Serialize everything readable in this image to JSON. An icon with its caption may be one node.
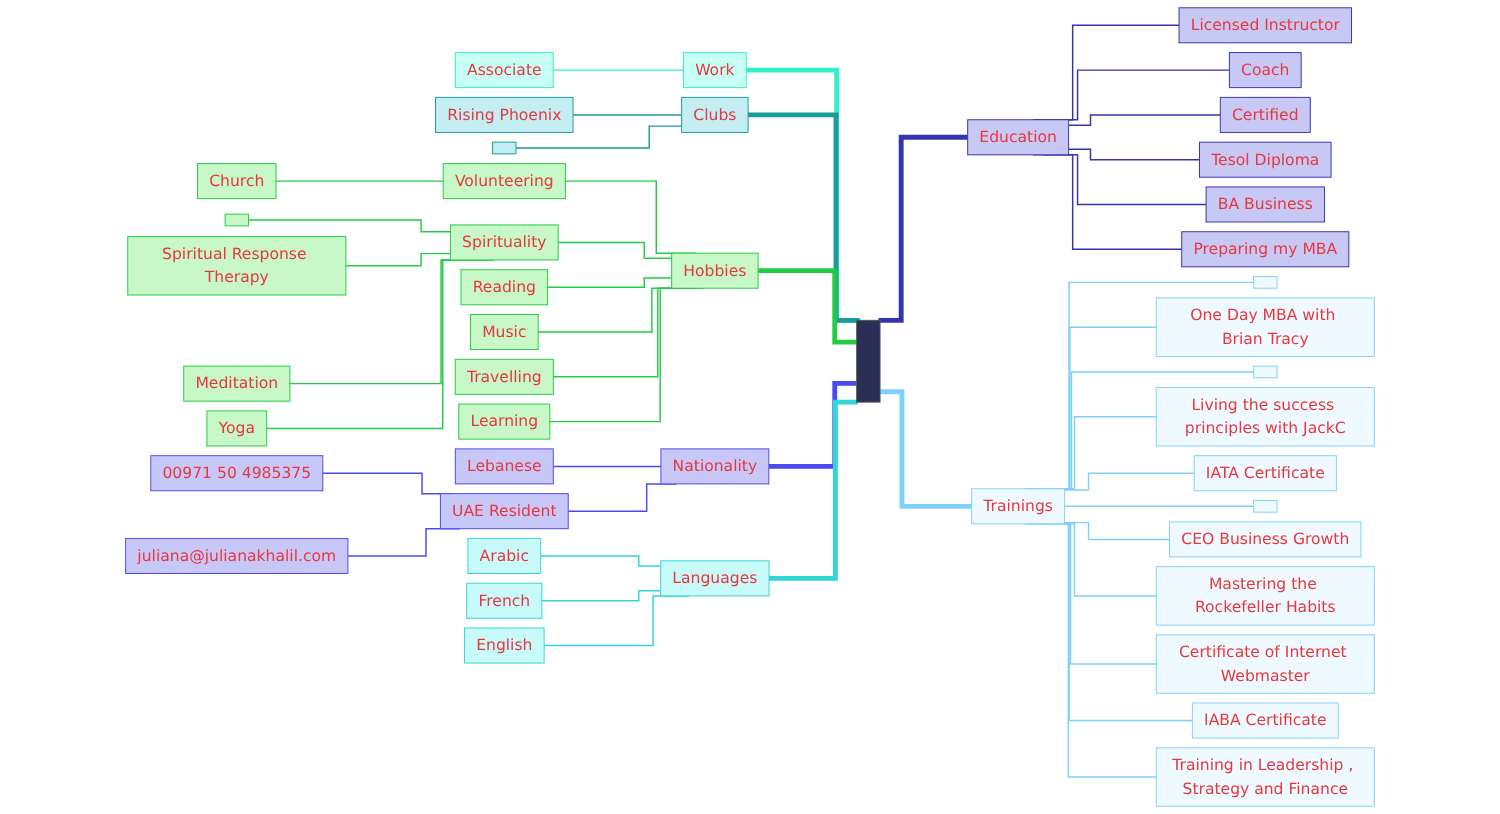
{
  "diagram": {
    "nodes": [
      {
        "text": [],
        "shape": "box"
      },
      {
        "text": [
          "Work"
        ]
      },
      {
        "text": [
          "Associate"
        ]
      },
      {
        "text": [
          "Clubs"
        ]
      },
      {
        "text": [
          "Rising Phoenix"
        ]
      },
      {
        "text": [],
        "shape": "box"
      },
      {
        "text": [
          "Hobbies"
        ]
      },
      {
        "text": [
          "Volunteering"
        ]
      },
      {
        "text": [
          "Church"
        ]
      },
      {
        "text": [
          "Spirituality"
        ]
      },
      {
        "text": [],
        "shape": "box"
      },
      {
        "text": [
          "Spiritual Response Therapy"
        ]
      },
      {
        "text": [
          "Meditation"
        ]
      },
      {
        "text": [
          "Yoga"
        ]
      },
      {
        "text": [
          "Reading"
        ]
      },
      {
        "text": [
          "Music"
        ]
      },
      {
        "text": [
          "Travelling"
        ]
      },
      {
        "text": [
          "Learning"
        ]
      },
      {
        "text": [
          "Nationality"
        ]
      },
      {
        "text": [
          "Lebanese"
        ]
      },
      {
        "text": [
          "UAE Resident"
        ]
      },
      {
        "text": [
          "00971 50 4985375"
        ]
      },
      {
        "text": [
          "juliana@julianakhalil.com"
        ]
      },
      {
        "text": [
          "Languages"
        ]
      },
      {
        "text": [
          "Arabic"
        ]
      },
      {
        "text": [
          "French"
        ]
      },
      {
        "text": [
          "English"
        ]
      },
      {
        "text": [
          "Education"
        ]
      },
      {
        "text": [
          "Licensed Instructor"
        ]
      },
      {
        "text": [
          "Coach"
        ]
      },
      {
        "text": [
          "Certified"
        ]
      },
      {
        "text": [
          "Tesol Diploma"
        ]
      },
      {
        "text": [
          "BA Business"
        ]
      },
      {
        "text": [
          "Preparing my MBA"
        ]
      },
      {
        "text": [
          "Trainings"
        ]
      },
      {
        "text": [],
        "shape": "box"
      },
      {
        "text": [
          "One Day MBA with Brian Tracy"
        ]
      },
      {
        "text": [],
        "shape": "box"
      },
      {
        "text": [
          "Living the success principles with JackC"
        ]
      },
      {
        "text": [
          "IATA Certificate"
        ]
      },
      {
        "text": [],
        "shape": "box"
      },
      {
        "text": [
          "CEO Business Growth"
        ]
      },
      {
        "text": [
          "Mastering the Rockefeller Habits"
        ]
      },
      {
        "text": [
          "Certificate of Internet Webmaster"
        ]
      },
      {
        "text": [
          "IABA Certificate"
        ]
      },
      {
        "text": [
          "Training in Leadership , Strategy and Finance"
        ]
      }
    ],
    "edges": [
      {
        "from": 2,
        "to": 1,
        "arrow": "none",
        "color": "#2ef2cc"
      },
      {
        "from": 1,
        "to": 0,
        "arrow": "none",
        "style": "thick",
        "color": "#2ef2cc"
      },
      {
        "from": 4,
        "to": 3,
        "arrow": "none",
        "color": "#1a9a9e"
      },
      {
        "from": 5,
        "to": 3,
        "arrow": "none",
        "color": "#1a9a9e"
      },
      {
        "from": 3,
        "to": 0,
        "arrow": "none",
        "style": "thick",
        "color": "#1a9a9e"
      },
      {
        "from": 8,
        "to": 7,
        "arrow": "none",
        "color": "#22cc44"
      },
      {
        "from": 7,
        "to": 6,
        "arrow": "none",
        "color": "#22cc44"
      },
      {
        "from": 10,
        "to": 9,
        "arrow": "none",
        "color": "#22cc44"
      },
      {
        "from": 11,
        "to": 9,
        "arrow": "none",
        "color": "#22cc44"
      },
      {
        "from": 12,
        "to": 9,
        "arrow": "none",
        "color": "#22cc44"
      },
      {
        "from": 13,
        "to": 9,
        "arrow": "none",
        "color": "#22cc44"
      },
      {
        "from": 9,
        "to": 6,
        "arrow": "none",
        "color": "#22cc44"
      },
      {
        "from": 14,
        "to": 6,
        "arrow": "none",
        "color": "#22cc44"
      },
      {
        "from": 15,
        "to": 6,
        "arrow": "none",
        "color": "#22cc44"
      },
      {
        "from": 16,
        "to": 6,
        "arrow": "none",
        "color": "#22cc44"
      },
      {
        "from": 17,
        "to": 6,
        "arrow": "none",
        "color": "#22cc44"
      },
      {
        "from": 6,
        "to": 0,
        "arrow": "none",
        "style": "thick",
        "color": "#22cc44"
      },
      {
        "from": 19,
        "to": 18,
        "arrow": "none",
        "color": "#4a4aee"
      },
      {
        "from": 21,
        "to": 20,
        "arrow": "none",
        "color": "#4a4aee"
      },
      {
        "from": 22,
        "to": 20,
        "arrow": "none",
        "color": "#4a4aee"
      },
      {
        "from": 20,
        "to": 18,
        "arrow": "none",
        "color": "#4a4aee"
      },
      {
        "from": 18,
        "to": 0,
        "arrow": "none",
        "style": "thick",
        "color": "#4a4aee"
      },
      {
        "from": 24,
        "to": 23,
        "arrow": "none",
        "color": "#33d6d6"
      },
      {
        "from": 25,
        "to": 23,
        "arrow": "none",
        "color": "#33d6d6"
      },
      {
        "from": 26,
        "to": 23,
        "arrow": "none",
        "color": "#33d6d6"
      },
      {
        "from": 23,
        "to": 0,
        "arrow": "none",
        "style": "thick",
        "color": "#33d6d6"
      },
      {
        "from": 0,
        "to": 27,
        "arrow": "none",
        "style": "thick",
        "color": "#3434b0"
      },
      {
        "from": 27,
        "to": 28,
        "arrow": "none",
        "color": "#3434b0"
      },
      {
        "from": 27,
        "to": 29,
        "arrow": "none",
        "color": "#3434b0"
      },
      {
        "from": 27,
        "to": 30,
        "arrow": "none",
        "color": "#3434b0"
      },
      {
        "from": 27,
        "to": 31,
        "arrow": "none",
        "color": "#3434b0"
      },
      {
        "from": 27,
        "to": 32,
        "arrow": "none",
        "color": "#3434b0"
      },
      {
        "from": 27,
        "to": 33,
        "arrow": "none",
        "color": "#3434b0"
      },
      {
        "from": 0,
        "to": 34,
        "arrow": "none",
        "style": "thick",
        "color": "#7fd0fa"
      },
      {
        "from": 34,
        "to": 35,
        "arrow": "none",
        "color": "#7fd0fa"
      },
      {
        "from": 34,
        "to": 36,
        "arrow": "none",
        "color": "#7fd0fa"
      },
      {
        "from": 34,
        "to": 37,
        "arrow": "none",
        "color": "#7fd0fa"
      },
      {
        "from": 34,
        "to": 38,
        "arrow": "none",
        "color": "#7fd0fa"
      },
      {
        "from": 34,
        "to": 39,
        "arrow": "none",
        "color": "#7fd0fa"
      },
      {
        "from": 34,
        "to": 40,
        "arrow": "none",
        "color": "#7fd0fa"
      },
      {
        "from": 34,
        "to": 41,
        "arrow": "none",
        "color": "#7fd0fa"
      },
      {
        "from": 34,
        "to": 42,
        "arrow": "none",
        "color": "#7fd0fa"
      },
      {
        "from": 34,
        "to": 43,
        "arrow": "none",
        "color": "#7fd0fa"
      },
      {
        "from": 34,
        "to": 44,
        "arrow": "none",
        "color": "#7fd0fa"
      },
      {
        "from": 34,
        "to": 45,
        "arrow": "none",
        "color": "#7fd0fa"
      }
    ]
  }
}
